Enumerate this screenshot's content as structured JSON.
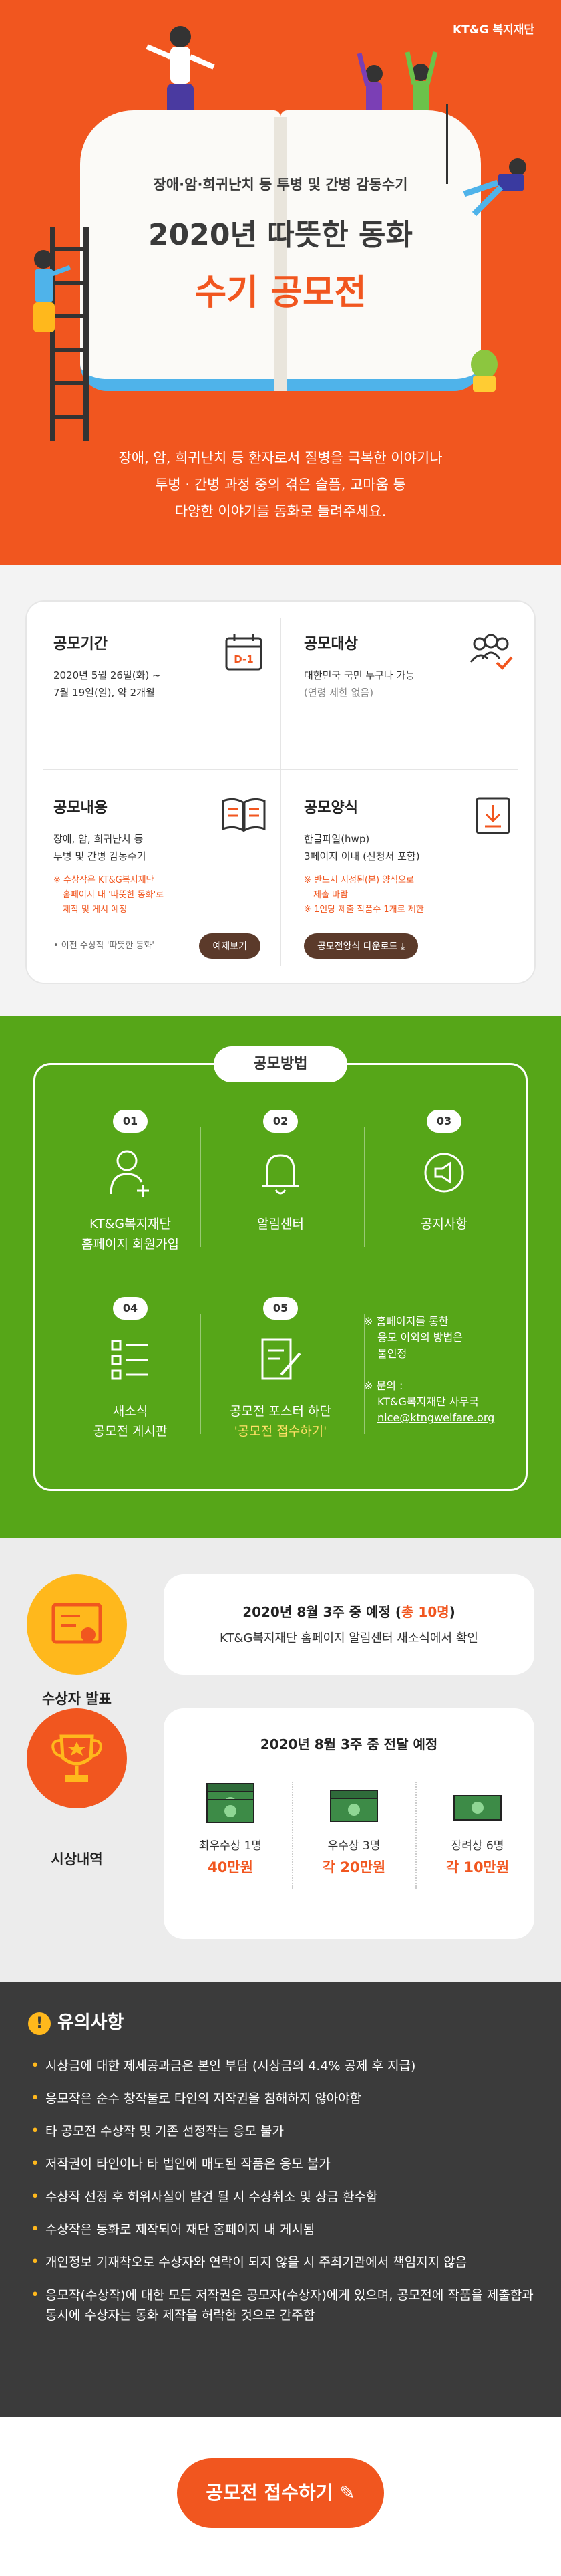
{
  "hero": {
    "brand": "KT&G 복지재단",
    "subtitle": "장애·암·희귀난치 등 투병 및 간병 감동수기",
    "title_line1": "2020년 따뜻한 동화",
    "title_line2": "수기 공모전",
    "desc_line1": "장애, 암, 희귀난치 등 환자로서 질병을 극복한 이야기나",
    "desc_line2": "투병 · 간병 과정 중의 겪은 슬픔, 고마움 등",
    "desc_line3": "다양한 이야기를 동화로 들려주세요.",
    "colors": {
      "accent": "#f1561f",
      "book_edge": "#4fb3ea"
    }
  },
  "info": {
    "period": {
      "title": "공모기간",
      "line1": "2020년 5월 26일(화) ~",
      "line2": "7월 19일(일), 약 2개월",
      "icon": "calendar-icon",
      "icon_text": "D-1"
    },
    "target": {
      "title": "공모대상",
      "line1": "대한민국 국민 누구나 가능",
      "line2": "(연령 제한 없음)",
      "icon": "people-check-icon"
    },
    "content": {
      "title": "공모내용",
      "line1": "장애, 암, 희귀난치 등",
      "line2": "투병 및 간병 감동수기",
      "note1": "※ 수상작은 KT&G복지재단",
      "note2": "홈페이지 내 '따뜻한 동화'로",
      "note3": "제작 및 게시 예정",
      "prev": "• 이전 수상작 '따뜻한 동화'",
      "button": "예제보기",
      "icon": "open-book-icon"
    },
    "format": {
      "title": "공모양식",
      "line1": "한글파일(hwp)",
      "line2": "3페이지 이내 (신청서 포함)",
      "note1": "※ 반드시 지정된(본) 양식으로",
      "note2": "제출 바람",
      "note3": "※ 1인당 제출 작품수 1개로 제한",
      "button": "공모전양식 다운로드",
      "icon": "download-icon"
    }
  },
  "method": {
    "title": "공모방법",
    "steps": [
      {
        "num": "01",
        "label1": "KT&G복지재단",
        "label2": "홈페이지 회원가입",
        "icon": "user-add-icon"
      },
      {
        "num": "02",
        "label1": "알림센터",
        "icon": "bell-icon"
      },
      {
        "num": "03",
        "label1": "공지사항",
        "icon": "megaphone-icon"
      },
      {
        "num": "04",
        "label1": "새소식",
        "label2": "공모전 게시판",
        "icon": "list-icon"
      },
      {
        "num": "05",
        "label1": "공모전 포스터 하단",
        "label2": "'공모전 접수하기'",
        "icon": "edit-icon"
      }
    ],
    "note1": "※ 홈페이지를 통한",
    "note2": "응모 이외의 방법은",
    "note3": "불인정",
    "contact1": "※ 문의 :",
    "contact2": "KT&G복지재단 사무국",
    "contact3": "nice@ktngwelfare.org"
  },
  "awards": {
    "announce": {
      "label": "수상자 발표",
      "head_pre": "2020년 8월 3주 중 예정 (",
      "head_em": "총 10명",
      "head_post": ")",
      "sub": "KT&G복지재단 홈페이지 알림센터 새소식에서 확인",
      "icon": "certificate-icon"
    },
    "prize": {
      "label": "시상내역",
      "head": "2020년 8월 3주 중 전달 예정",
      "icon": "trophy-icon",
      "items": [
        {
          "name": "최우수상 1명",
          "amount": "40만원",
          "icon": "money-stack-icon"
        },
        {
          "name": "우수상 3명",
          "amount": "각 20만원",
          "icon": "money-double-icon"
        },
        {
          "name": "장려상 6명",
          "amount": "각 10만원",
          "icon": "money-single-icon"
        }
      ]
    }
  },
  "notice": {
    "title": "유의사항",
    "items": [
      "시상금에 대한 제세공과금은 본인 부담 (시상금의 4.4% 공제 후 지급)",
      "응모작은 순수 창작물로 타인의 저작권을 침해하지 않아야함",
      "타 공모전 수상작 및 기존 선정작는 응모 불가",
      "저작권이 타인이나 타 법인에 매도된 작품은 응모 불가",
      "수상작 선정 후 허위사실이 발견 될 시 수상취소 및 상금 환수함",
      "수상작은 동화로 제작되어 재단 홈페이지 내 게시됨",
      "개인정보 기재착오로 수상자와 연락이 되지 않을 시 주최기관에서 책임지지 않음",
      "응모작(수상작)에 대한 모든 저작권은 공모자(수상자)에게 있으며, 공모전에 작품을 제출함과 동시에 수상자는 동화 제작을 허락한 것으로 간주함"
    ]
  },
  "cta": {
    "label": "공모전 접수하기"
  }
}
